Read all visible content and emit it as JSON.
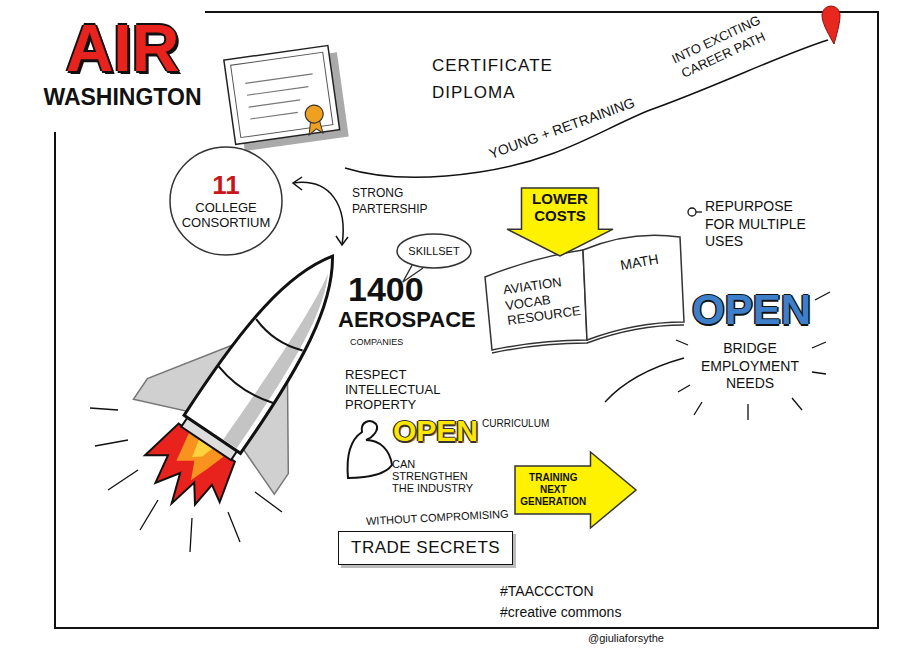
{
  "diagram": {
    "title": "AIR WASHINGTON",
    "nodes": [
      {
        "text": [
          "11",
          "COLLEGE CONSORTIUM"
        ]
      },
      {
        "text": [
          "LOWER COSTS"
        ]
      },
      {
        "text": [
          "SKILLSET"
        ]
      },
      {
        "text": [
          "AVIATION VOCAB RESOURCE",
          "MATH"
        ]
      },
      {
        "text": [
          "WITHOUT COMPROMISING",
          "TRADE SECRETS"
        ]
      },
      {
        "text": [
          "TRAINING NEXT GENERATION"
        ]
      }
    ],
    "labels": [
      "CERTIFICATE DIPLOMA",
      "YOUNG + RETRAINING",
      "INTO EXCITING CAREER PATH",
      "STRONG PARTERSHIP",
      "REPURPOSE FOR MULTIPLE USES",
      "1400",
      "AEROSPACE",
      "COMPANIES",
      "OPEN",
      "BRIDGE EMPLOYMENT NEEDS",
      "RESPECT INTELLECTUAL PROPERTY",
      "OPEN",
      "CURRICULUM",
      "CAN STRENGTHEN THE INDUSTRY",
      "#TAACCCTON",
      "#creative commons",
      "@giuliaforsythe"
    ]
  }
}
